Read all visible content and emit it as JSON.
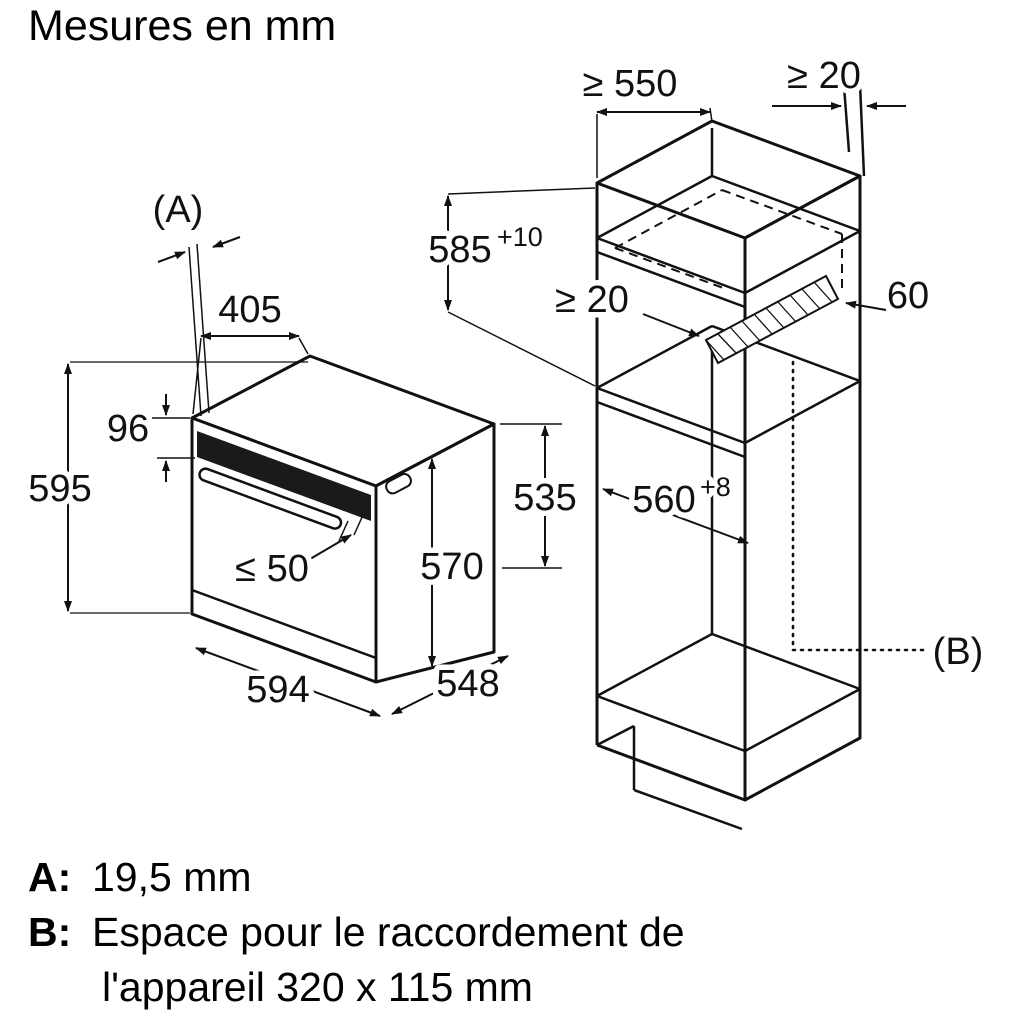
{
  "title": "Mesures en mm",
  "oven": {
    "label_a": "(A)",
    "dim_top_depth": "405",
    "dim_panel_height": "96",
    "dim_height": "595",
    "dim_handle": "≤ 50",
    "dim_body_height": "570",
    "dim_rear_height": "535",
    "dim_width": "594",
    "dim_depth": "548"
  },
  "cabinet": {
    "dim_min_depth": "≥ 550",
    "dim_top_gap": "≥ 20",
    "dim_niche_height": "585",
    "dim_niche_height_tol": "+10",
    "dim_rear_gap": "≥ 20",
    "dim_vent": "60",
    "dim_niche_width": "560",
    "dim_niche_width_tol": "+8",
    "label_b": "(B)"
  },
  "legend": {
    "a_key": "A:",
    "a_value": "19,5 mm",
    "b_key": "B:",
    "b_value_line1": "Espace pour le raccordement de",
    "b_value_line2": "l'appareil 320 x 115 mm"
  }
}
